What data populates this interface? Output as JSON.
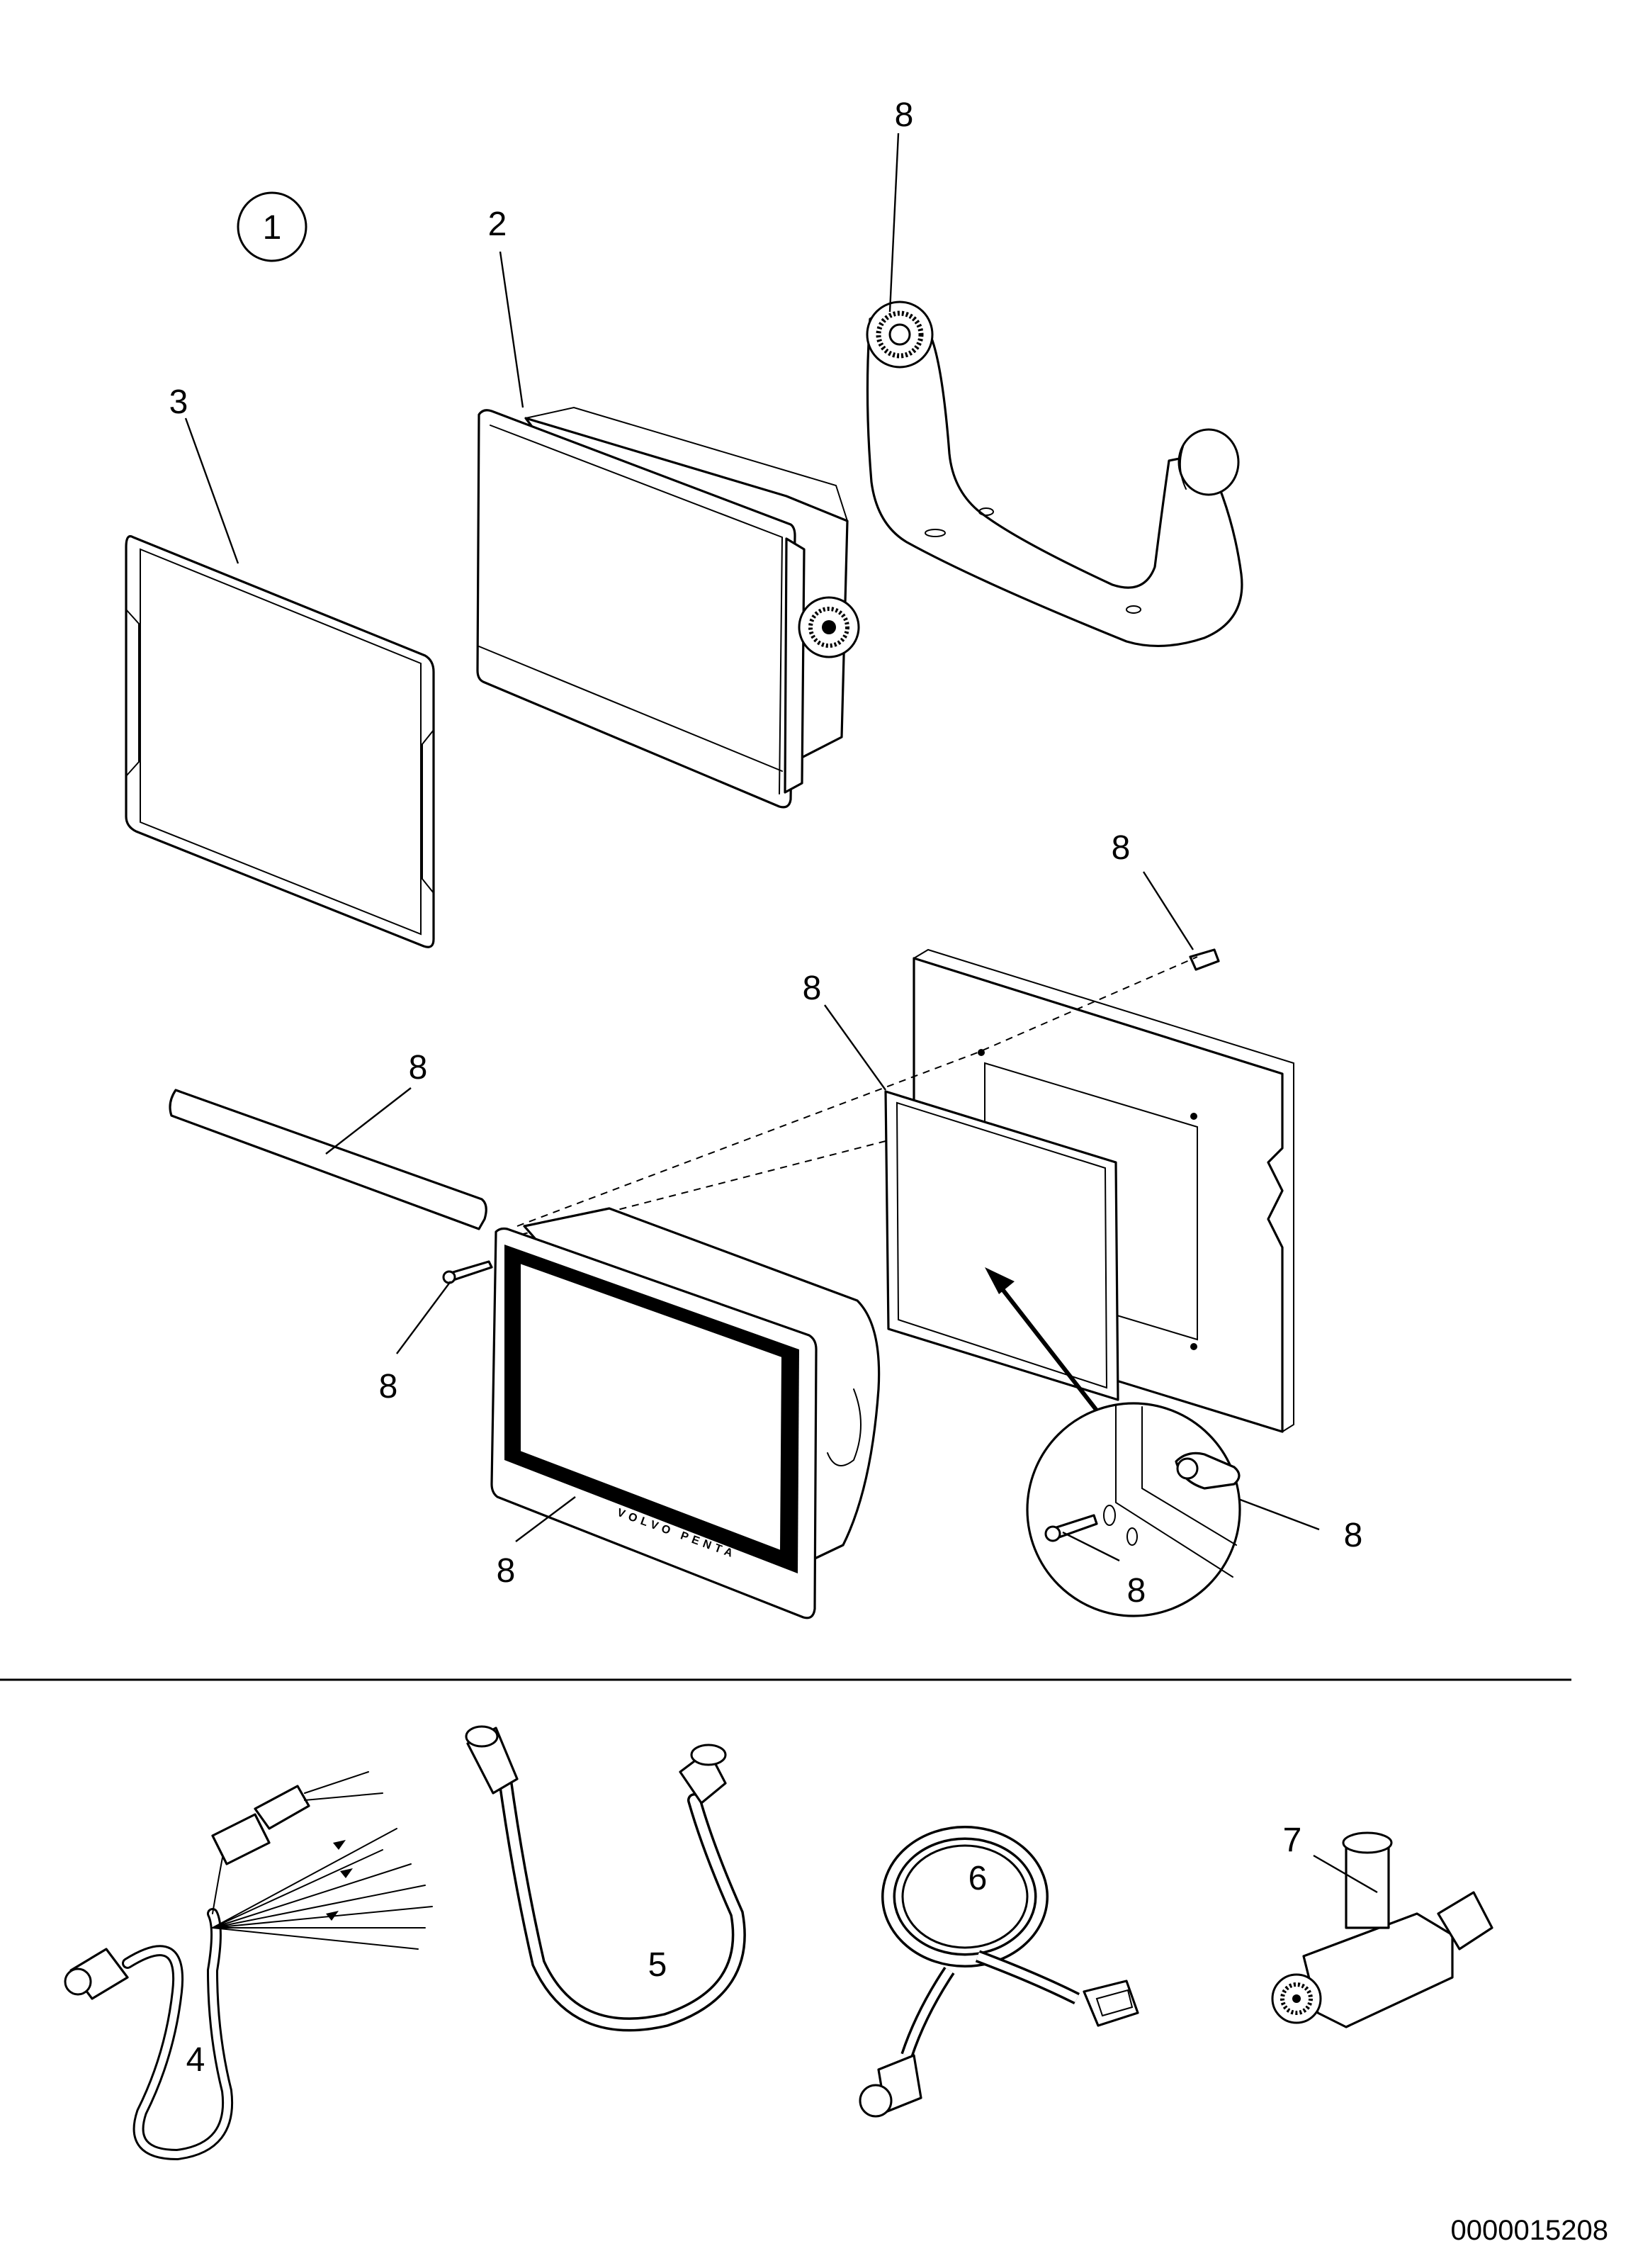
{
  "figure_id": "0000015208",
  "group_marker": "1",
  "callouts": {
    "bracket": "8",
    "display_unit": "2",
    "sun_cover": "3",
    "flush_screw": "8",
    "flush_gasket": "8",
    "trim_strip": "8",
    "stud": "8",
    "flush_display": "8",
    "detail_clip": "8",
    "detail_screw": "8",
    "power_cable": "4",
    "network_cable": "5",
    "coiled_cable": "6",
    "tee_connector": "7"
  },
  "display_brand": "VOLVO PENTA"
}
